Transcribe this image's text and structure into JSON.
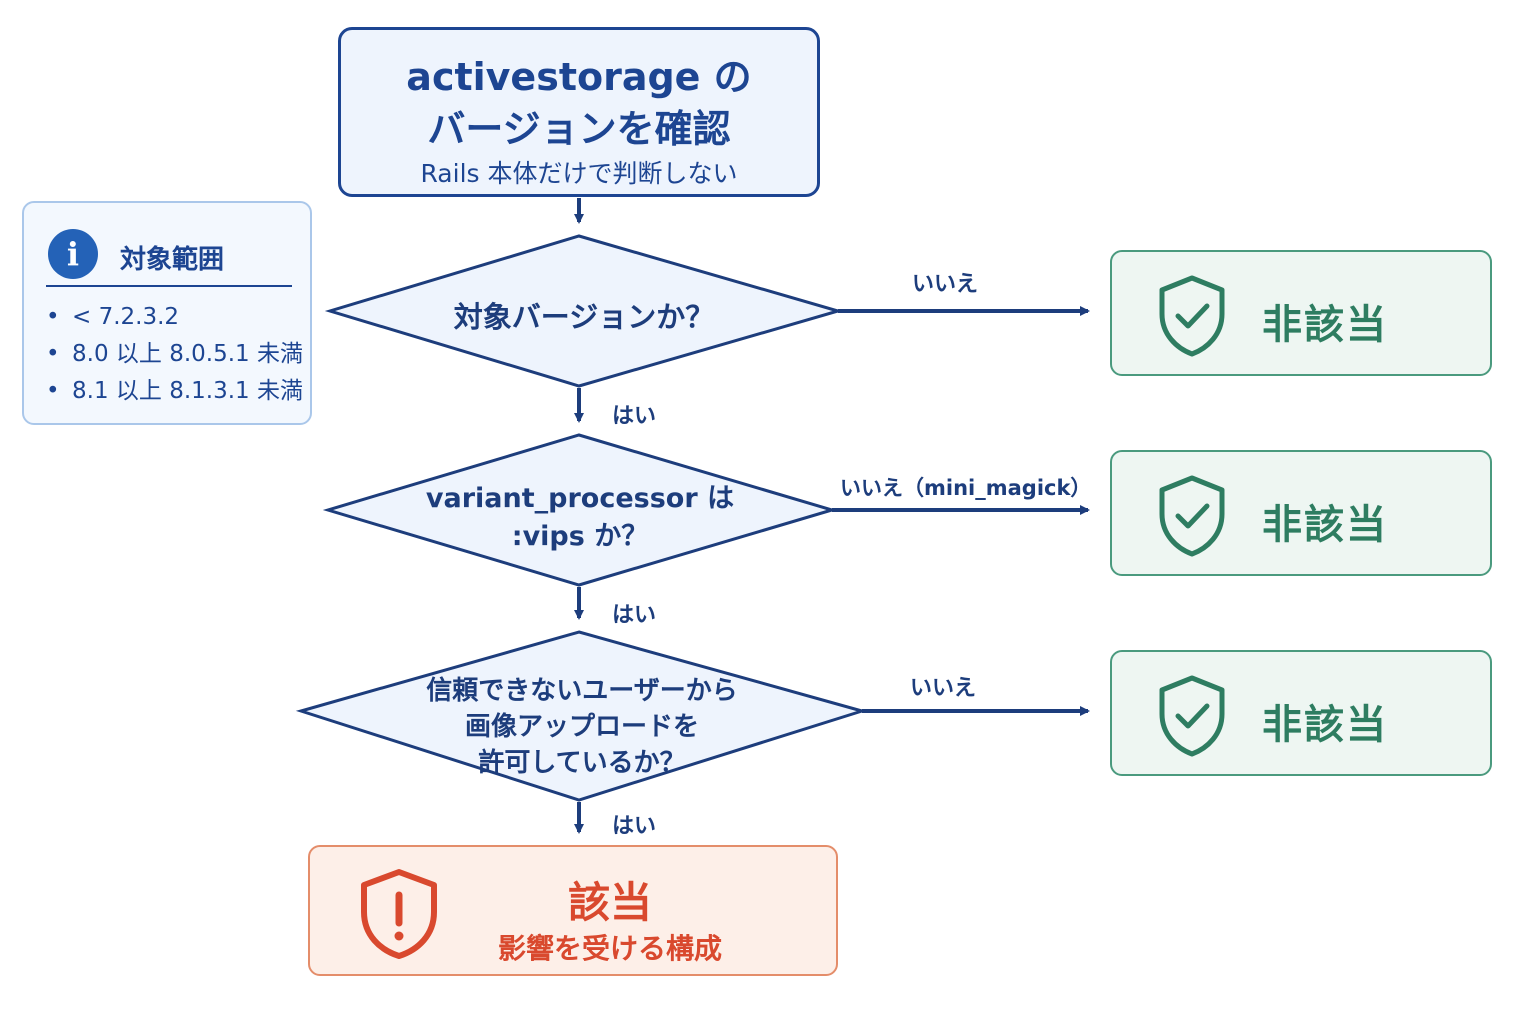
{
  "start": {
    "title_line1": "activestorage の",
    "title_line2": "バージョンを確認",
    "subtitle": "Rails 本体だけで判断しない"
  },
  "info": {
    "icon": "info-icon",
    "icon_glyph": "i",
    "title": "対象範囲",
    "items": [
      "< 7.2.3.2",
      "8.0 以上 8.0.5.1 未満",
      "8.1 以上 8.1.3.1 未満"
    ]
  },
  "decisions": [
    {
      "line1": "対象バージョンか？",
      "line2": "",
      "line3": "",
      "no_label": "いいえ",
      "yes_label": "はい"
    },
    {
      "line1": "variant_processor は",
      "line2": ":vips か？",
      "line3": "",
      "no_label": "いいえ（mini_magick）",
      "yes_label": "はい"
    },
    {
      "line1": "信頼できないユーザーから",
      "line2": "画像アップロードを",
      "line3": "許可しているか？",
      "no_label": "いいえ",
      "yes_label": "はい"
    }
  ],
  "outcomes": {
    "not_applicable": [
      "非該当",
      "非該当",
      "非該当"
    ],
    "not_applicable_icon": "shield-check-icon",
    "applicable_title": "該当",
    "applicable_subtitle": "影響を受ける構成",
    "applicable_icon": "shield-alert-icon"
  },
  "colors": {
    "primary": "#1d4592",
    "safe": "#2e7d61",
    "danger": "#d9492e"
  }
}
